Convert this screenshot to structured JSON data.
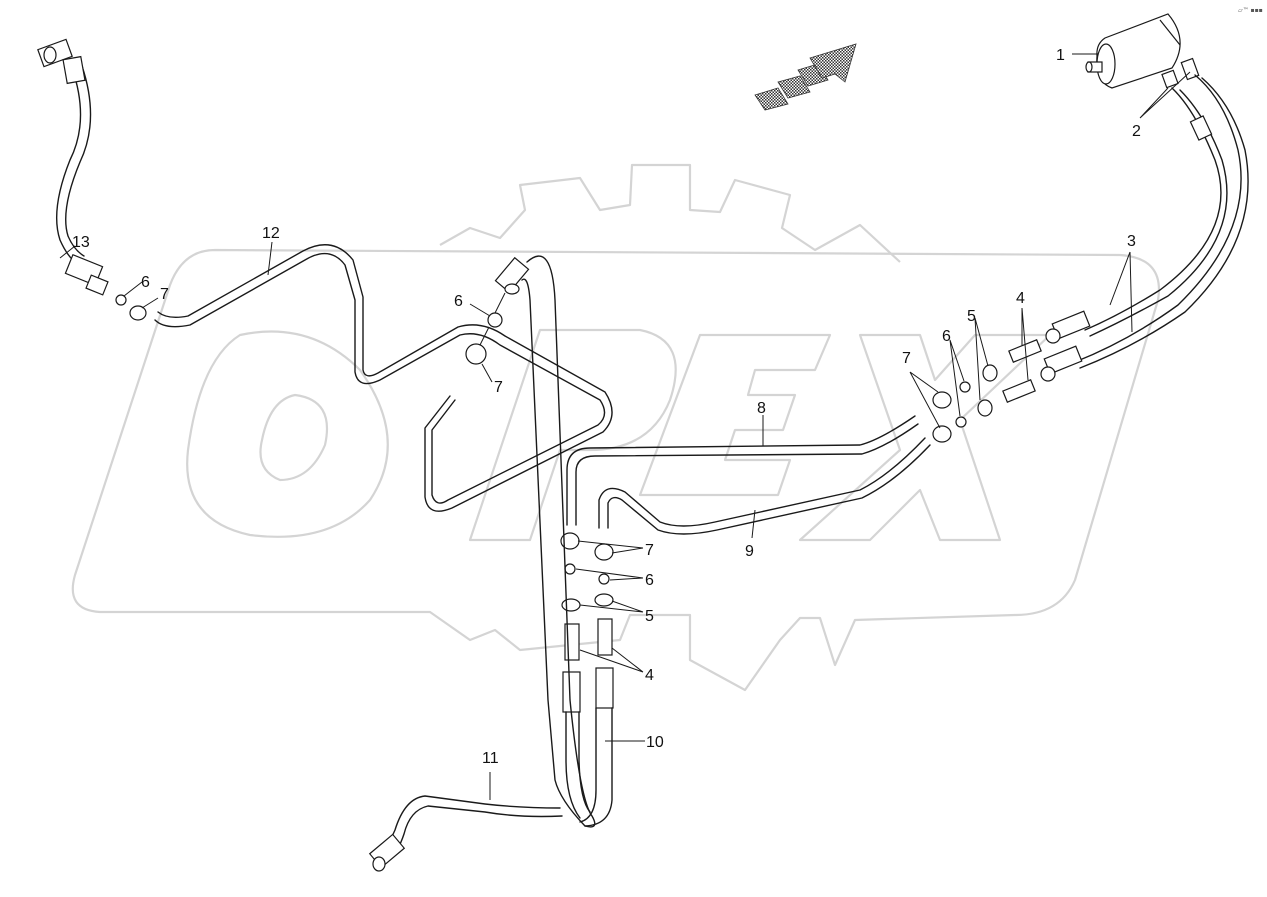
{
  "watermark": {
    "text": "OPEX"
  },
  "corner_mark": "▱™ ▪▪▪",
  "callouts": {
    "c1": "1",
    "c2": "2",
    "c3": "3",
    "c4a": "4",
    "c4b": "4",
    "c5a": "5",
    "c5b": "5",
    "c6a": "6",
    "c6b": "6",
    "c6c": "6",
    "c6d": "6",
    "c7a": "7",
    "c7b": "7",
    "c7c": "7",
    "c7d": "7",
    "c8": "8",
    "c9": "9",
    "c10": "10",
    "c11": "11",
    "c12": "12",
    "c13": "13"
  },
  "colors": {
    "line": "#1a1a1a",
    "watermark": "#d4d4d4",
    "arrow": "#555555"
  }
}
